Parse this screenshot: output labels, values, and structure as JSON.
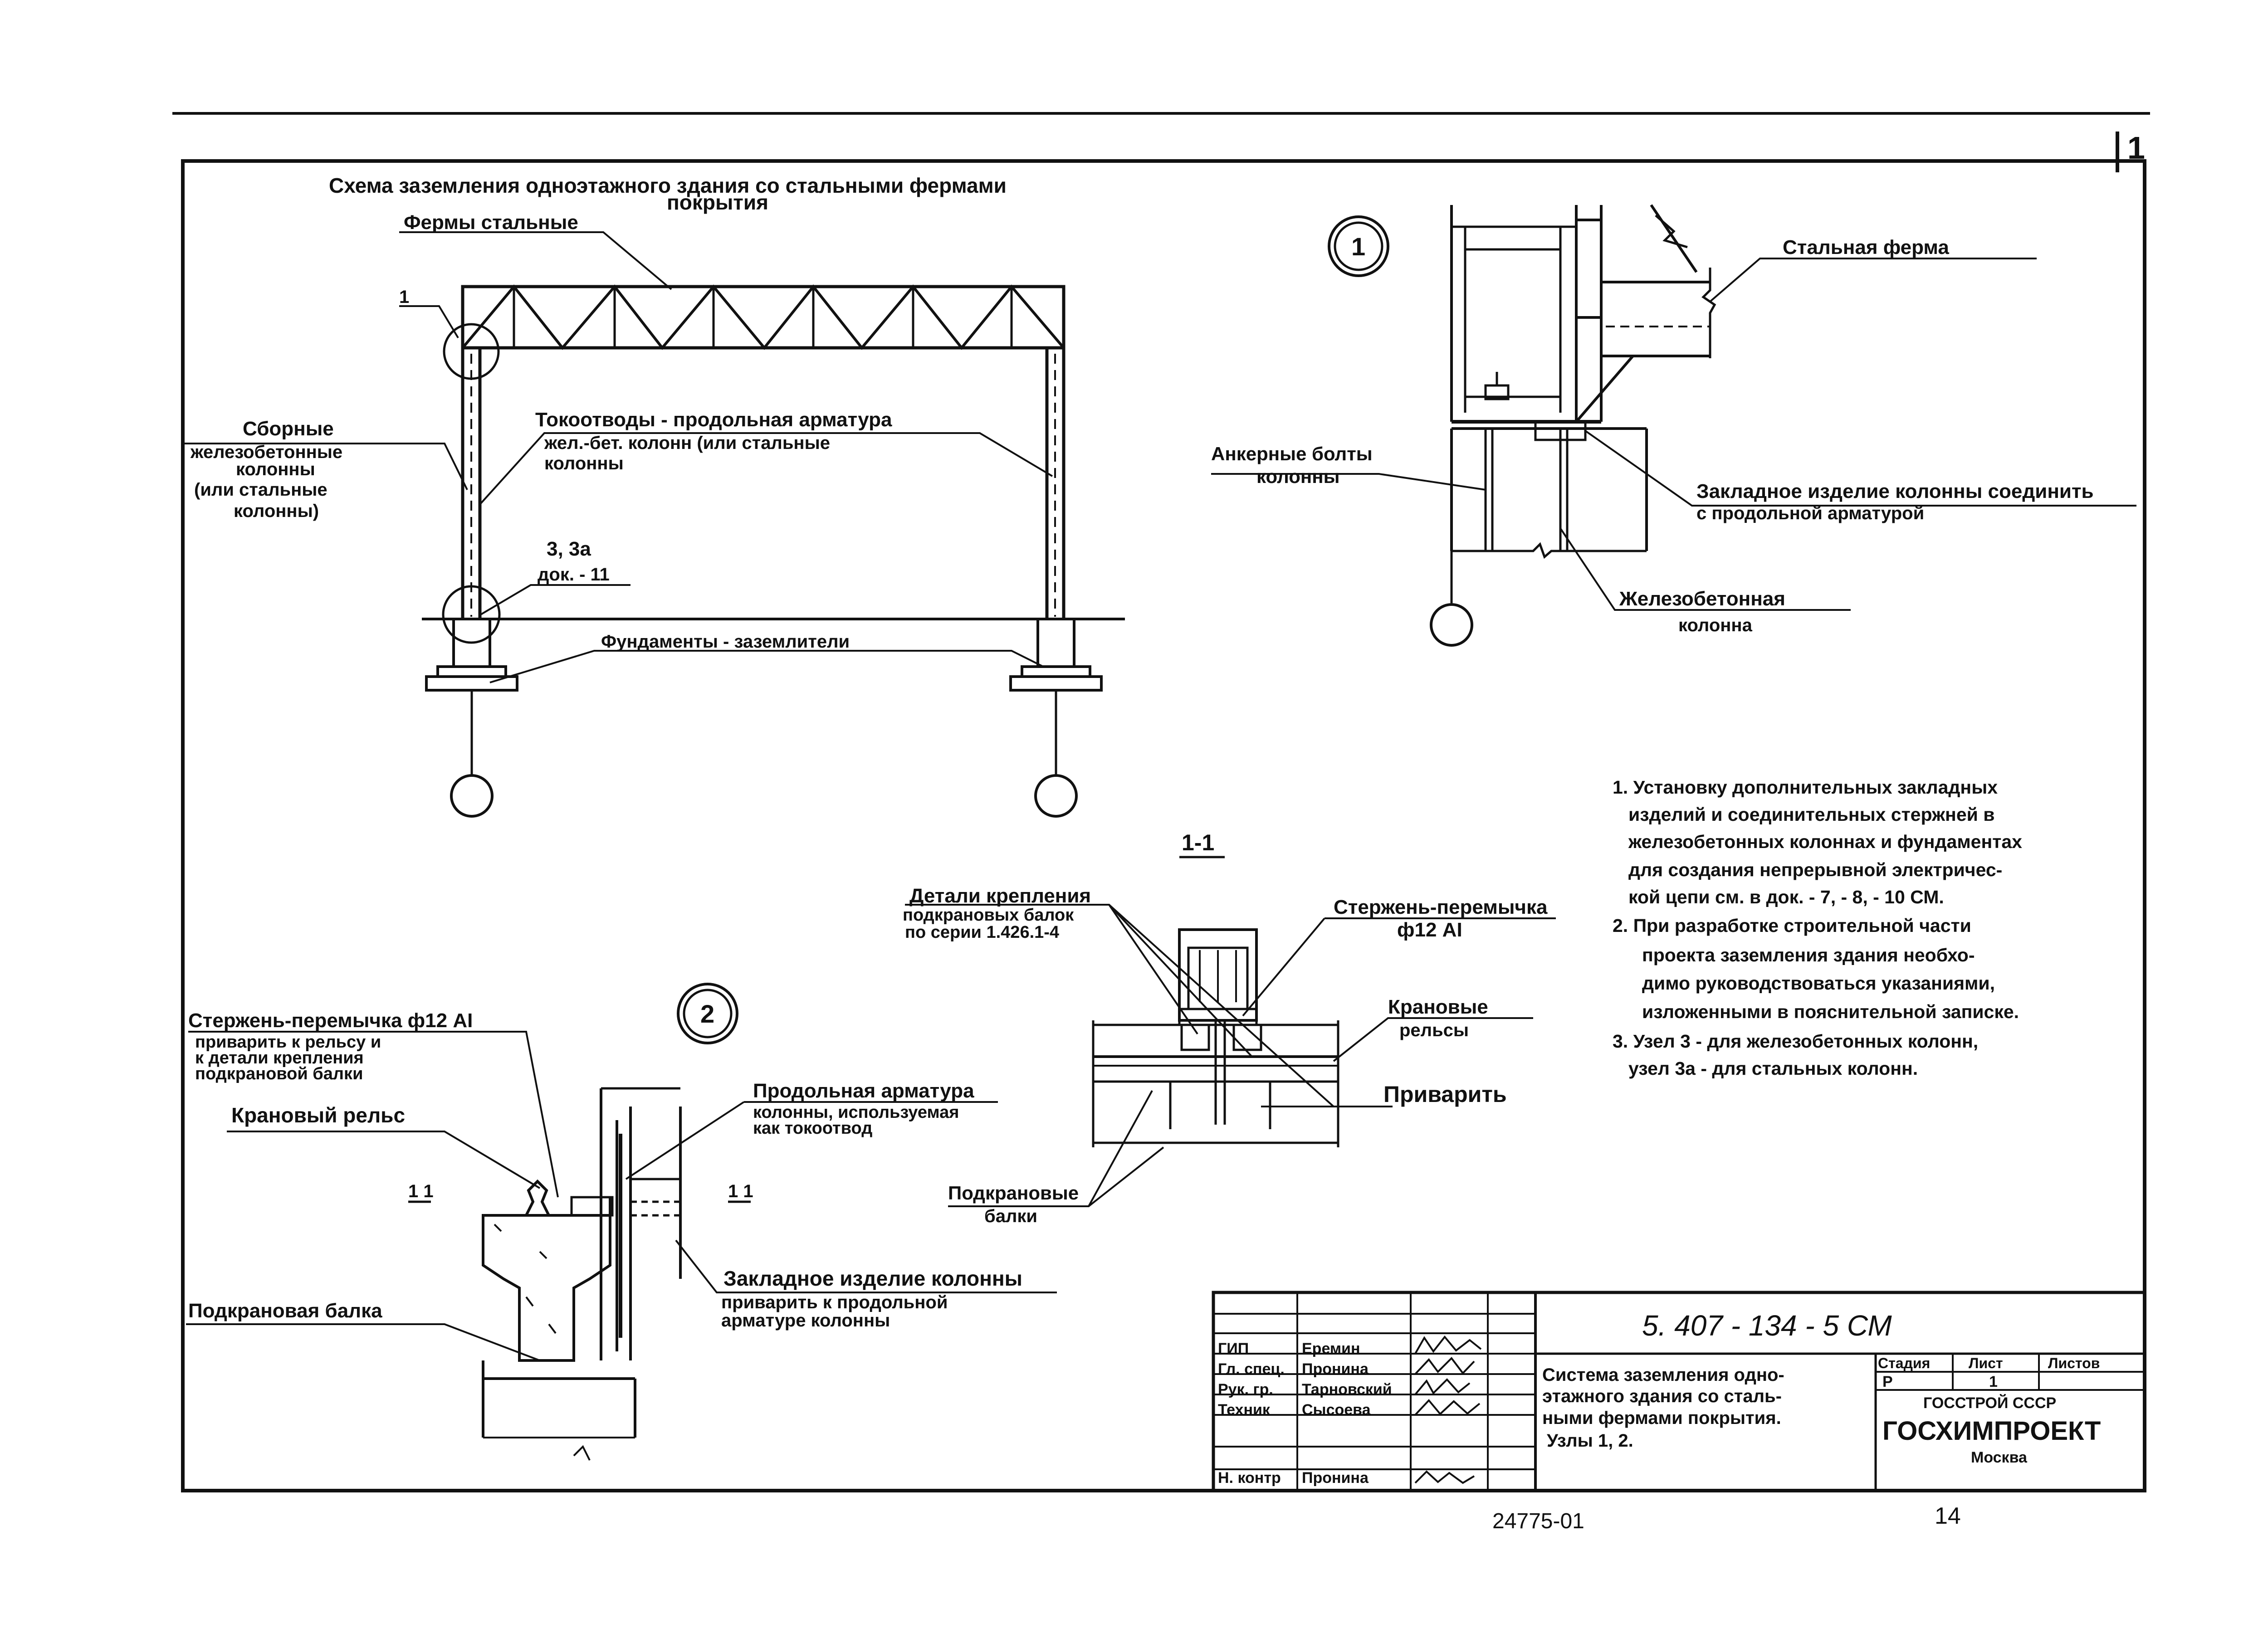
{
  "sheet": {
    "number": "1"
  },
  "main_scheme": {
    "title_line1": "Схема заземления одноэтажного здания со стальными фермами",
    "title_line2": "покрытия",
    "label_trusses": "Фермы стальные",
    "label_node1": "1",
    "label_columns_1": "Сборные",
    "label_columns_2": "железобетонные",
    "label_columns_3": "колонны",
    "label_columns_4": "(или стальные",
    "label_columns_5": "колонны)",
    "label_conductors_1": "Токоотводы - продольная арматура",
    "label_conductors_2": "жел.-бет. колонн (или стальные",
    "label_conductors_3": "колонны",
    "label_node3_1": "3, 3а",
    "label_node3_2": "док. - 11",
    "label_foundations": "Фундаменты - заземлители"
  },
  "node1": {
    "number": "1",
    "label_truss": "Стальная ферма",
    "label_bolts_1": "Анкерные болты",
    "label_bolts_2": "колонны",
    "label_embed_1": "Закладное изделие колонны соединить",
    "label_embed_2": "с продольной арматурой",
    "label_rc_1": "Железобетонная",
    "label_rc_2": "колонна"
  },
  "section11": {
    "title": "1-1",
    "label_details_1": "Детали крепления",
    "label_details_2": "подкрановых балок",
    "label_details_3": "по серии 1.426.1-4",
    "label_rod_1": "Стержень-перемычка",
    "label_rod_2": "ф12 АI",
    "label_rails_1": "Крановые",
    "label_rails_2": "рельсы",
    "label_weld": "Приварить",
    "label_beams_1": "Подкрановые",
    "label_beams_2": "балки"
  },
  "node2": {
    "number": "2",
    "label_rod_1": "Стержень-перемычка ф12 АI",
    "label_rod_2": "приварить к рельсу и",
    "label_rod_3": "к детали крепления",
    "label_rod_4": "подкрановой балки",
    "label_rail": "Крановый рельс",
    "label_arm_1": "Продольная арматура",
    "label_arm_2": "колонны, используемая",
    "label_arm_3": "как токоотвод",
    "label_embed_1": "Закладное изделие колонны",
    "label_embed_2": "приварить к продольной",
    "label_embed_3": "арматуре колонны",
    "label_beam": "Подкрановая балка",
    "section_mark": "1 1"
  },
  "notes": [
    "1. Установку дополнительных закладных",
    "изделий и соединительных стержней в",
    "железобетонных колоннах и фундаментах",
    "для создания непрерывной электричес-",
    "кой цепи см. в док. - 7, - 8, - 10 СМ.",
    "2. При разработке строительной части",
    "проекта заземления здания необхо-",
    "димо руководствоваться указаниями,",
    "изложенными в пояснительной записке.",
    "3. Узел 3 - для железобетонных колонн,",
    "узел 3а - для стальных колонн."
  ],
  "title_block": {
    "code": "5. 407 - 134 - 5 СМ",
    "roles": [
      "ГИП",
      "Гл. спец.",
      "Рук. гр.",
      "Техник",
      "Н. контр"
    ],
    "names": [
      "Еремин",
      "Пронина",
      "Тарновский",
      "Сысоева",
      "Пронина"
    ],
    "description": [
      "Система заземления одно-",
      "этажного здания со сталь-",
      "ными фермами покрытия.",
      "Узлы 1, 2."
    ],
    "stage_header": "Стадия",
    "sheet_header": "Лист",
    "sheets_header": "Листов",
    "stage": "Р",
    "sheet": "1",
    "org_1": "ГОССТРОЙ СССР",
    "org_2": "ГОСХИМПРОЕКТ",
    "org_3": "Москва"
  },
  "footer": {
    "inventory": "24775-01",
    "page": "14"
  }
}
